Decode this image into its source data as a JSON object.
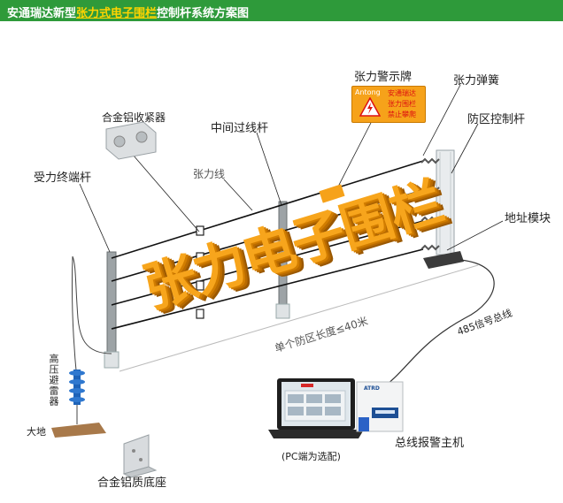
{
  "title": {
    "prefix": "安通瑞达新型",
    "highlight": "张力式电子围栏",
    "suffix": "控制杆系统方案图"
  },
  "labels": {
    "tension_sign": "张力警示牌",
    "tension_spring": "张力弹簧",
    "zone_control_pole": "防区控制杆",
    "alloy_retractor": "合金铝收紧器",
    "middle_pole": "中间过线杆",
    "tension_wire": "张力线",
    "terminal_pole": "受力终端杆",
    "address_module": "地址模块",
    "zone_length": "单个防区长度≤40米",
    "bus_485": "485信号总线",
    "lightning_arrester": "高压避雷器",
    "ground": "大地",
    "alarm_host": "总线报警主机",
    "pc_optional": "(PC端为选配)",
    "alloy_base": "合金铝质底座"
  },
  "sign": {
    "brand": "Antong",
    "line1": "安通瑞达",
    "line2": "张力围栏",
    "line3": "禁止攀爬"
  },
  "big_text": "张力电子围栏",
  "host_brand": "ATRD",
  "colors": {
    "title_bg": "#2e9a3a",
    "title_highlight": "#ffd400",
    "big_text": "#f7a51c",
    "sign": "#f6a21a"
  }
}
